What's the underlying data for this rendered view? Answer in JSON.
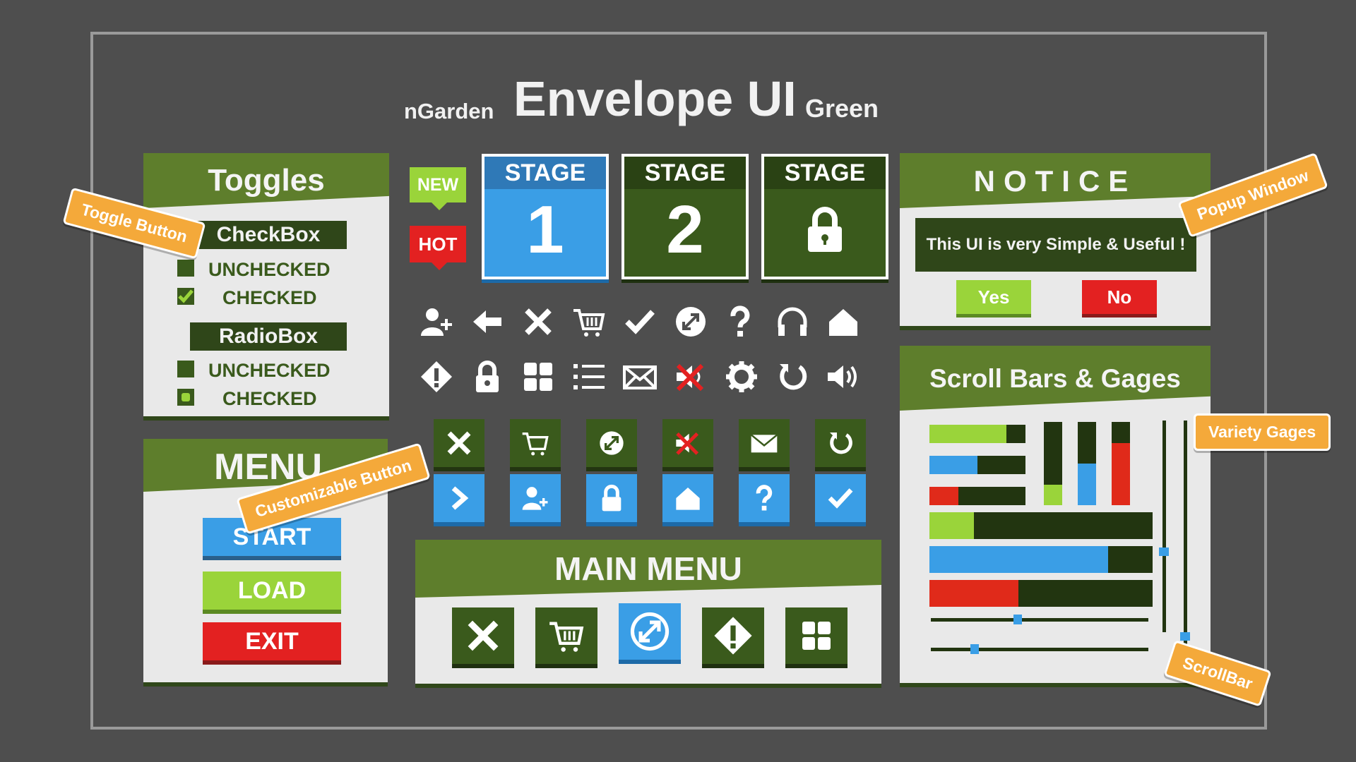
{
  "header": {
    "left": "nGarden",
    "title": "Envelope UI",
    "right": "Green"
  },
  "toggles": {
    "title": "Toggles",
    "checkbox_label": "CheckBox",
    "checkbox_unchecked": "UNCHECKED",
    "checkbox_checked": "CHECKED",
    "radio_label": "RadioBox",
    "radio_unchecked": "UNCHECKED",
    "radio_checked": "CHECKED"
  },
  "menu": {
    "title": "MENU",
    "start": "START",
    "load": "LOAD",
    "exit": "EXIT"
  },
  "badges": {
    "new": "NEW",
    "hot": "HOT"
  },
  "stages": [
    {
      "label": "STAGE",
      "value": "1"
    },
    {
      "label": "STAGE",
      "value": "2"
    },
    {
      "label": "STAGE",
      "value": "lock-icon"
    }
  ],
  "notice": {
    "title": "NOTICE",
    "message": "This UI is very Simple & Useful !",
    "yes": "Yes",
    "no": "No"
  },
  "scroll": {
    "title": "Scroll Bars & Gages"
  },
  "main_menu": {
    "title": "MAIN MENU"
  },
  "callouts": {
    "toggle_button": "Toggle Button",
    "customizable_button": "Customizable Button",
    "popup_window": "Popup Window",
    "variety_gages": "Variety Gages",
    "scrollbar": "ScrollBar"
  },
  "gages": {
    "small": [
      0.8,
      0.5,
      0.3
    ],
    "vertical": [
      0.25,
      0.5,
      0.75
    ],
    "large": [
      0.2,
      0.8,
      0.4
    ],
    "slider_1": 0.4,
    "slider_2": 0.2,
    "vscroll_1": 0.62,
    "vscroll_2": 0.85
  },
  "colors": {
    "green": "#5e7e2c",
    "dark": "#2f4619",
    "lime": "#9ad43a",
    "blue": "#3a9ee6",
    "red": "#e02a1a",
    "orange": "#f4a93a"
  }
}
